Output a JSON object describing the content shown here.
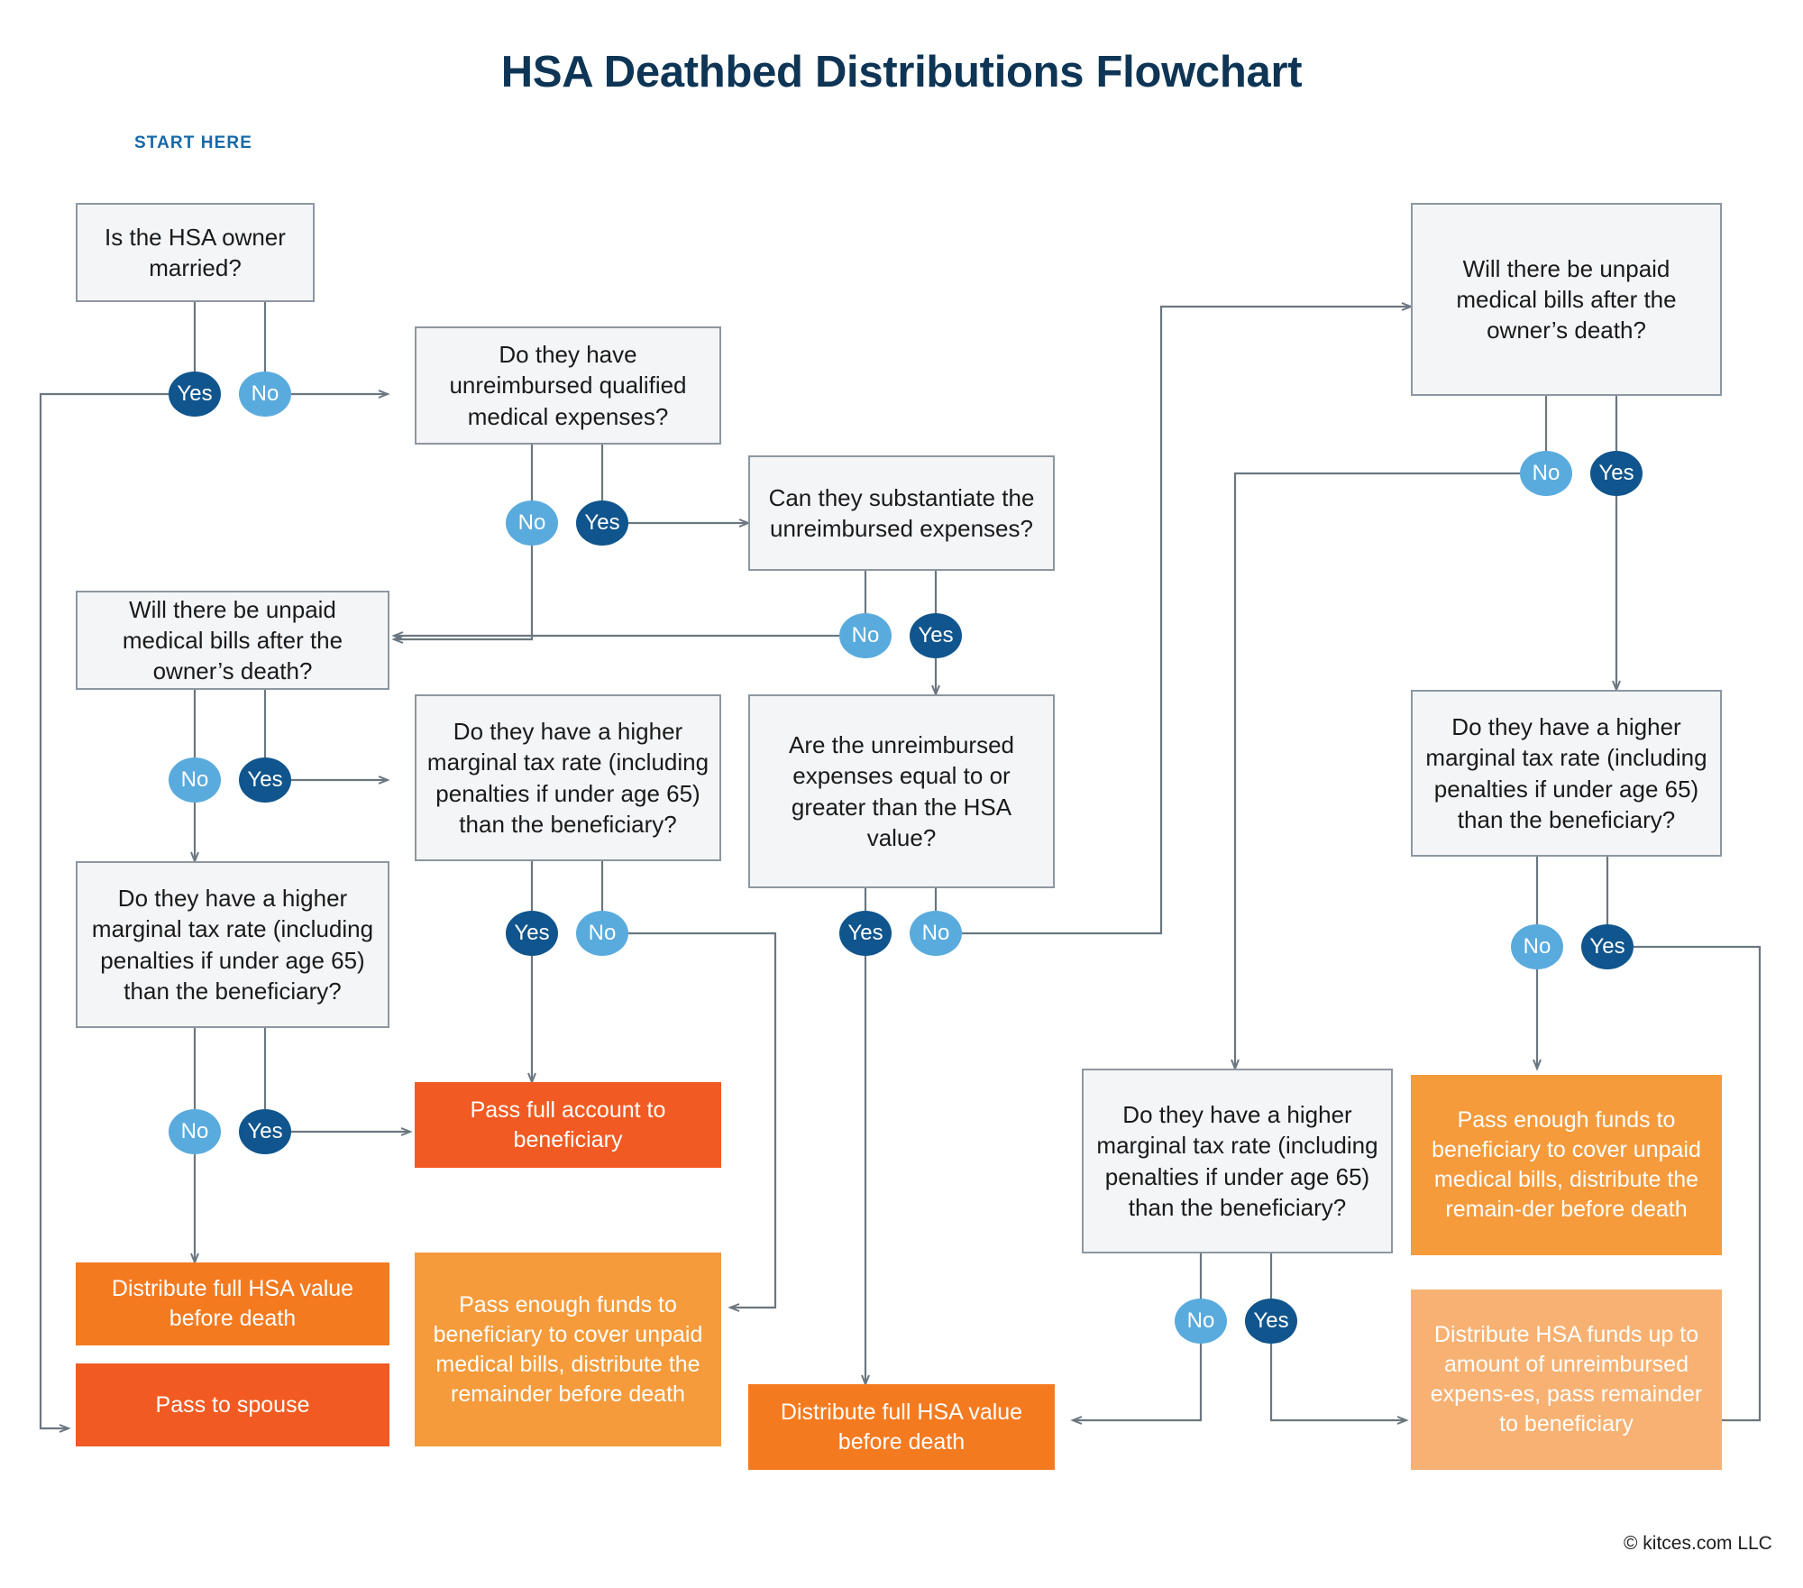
{
  "page": {
    "title": "HSA Deathbed Distributions Flowchart",
    "start_label": "START HERE",
    "copyright": "© kitces.com LLC",
    "background": "#ffffff",
    "title_color": "#0e3555",
    "start_label_color": "#1669a8"
  },
  "colors": {
    "yes_pill": "#10558d",
    "no_pill": "#5aabdd",
    "question_fill": "#f4f5f7",
    "question_border": "#8d97a0",
    "connector": "#6b767f",
    "outcome_orange_dark": "#f15a22",
    "outcome_orange_mid": "#f47a20",
    "outcome_orange_light": "#f59b3c",
    "outcome_orange_pale": "#f7b172"
  },
  "labels": {
    "yes": "Yes",
    "no": "No"
  },
  "nodes": {
    "q_married": "Is the HSA owner married?",
    "q_unreimbursed": "Do they have unreimbursed qualified medical expenses?",
    "q_substantiate": "Can they substantiate the unreimbursed expenses?",
    "q_unpaid_left": "Will there be unpaid medical bills after the owner’s death?",
    "q_unpaid_right": "Will there be unpaid medical bills after the owner’s death?",
    "q_tax_left": "Do they have a higher marginal tax rate (including penalties if under age 65) than the beneficiary?",
    "q_tax_mid": "Do they have a higher marginal tax rate (including penalties if under age 65) than the beneficiary?",
    "q_tax_right": "Do they have a higher marginal tax rate (including penalties if under age 65) than the beneficiary?",
    "q_tax_lowermid": "Do they have a higher marginal tax rate (including penalties if under age 65) than the beneficiary?",
    "q_expenses_ge": "Are the unreimbursed expenses equal to or greater than the HSA value?",
    "o_pass_full_account": "Pass full account to beneficiary",
    "o_distribute_left": "Distribute full HSA value before death",
    "o_pass_spouse": "Pass to spouse",
    "o_pass_enough_mid": "Pass enough funds to beneficiary to cover unpaid medical bills, distribute the remainder before death",
    "o_distribute_mid": "Distribute full HSA value before death",
    "o_pass_enough_right": "Pass enough funds to beneficiary to cover unpaid medical bills, distribute the remain-der before death",
    "o_distribute_right": "Distribute HSA funds up to amount of unreimbursed expens-es, pass remainder to beneficiary"
  }
}
